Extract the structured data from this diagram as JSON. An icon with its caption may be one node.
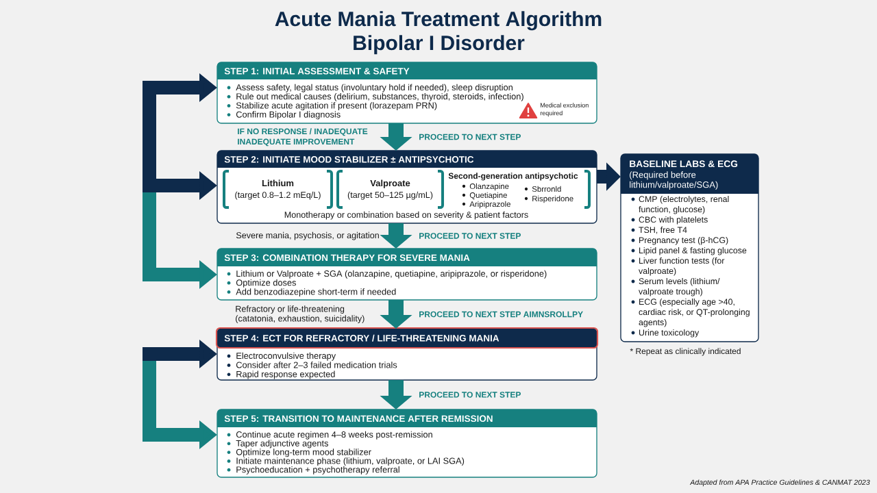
{
  "diagram": {
    "title": "Acute Mania Treatment Algorithm Bipolar I Disorder",
    "nodes": [
      {
        "text": [
          "STEP 1: INITIAL ASSESSMENT & SAFETY",
          "Assess safety, legal status (involuntary hold if needed), sleep disruption",
          "Rule out medical causes (delirium, substances, thyroid, steroids, infection)",
          "Stabilize acute agitation if present (lorazepam PRN)",
          "Confirm Bipolar I diagnosis",
          "Medical exclusion required"
        ]
      },
      {
        "text": [
          "STEP 2: INITIATE MOOD STABILIZER ± ANTIPSYCHOTIC",
          "Monotherapy or combination based on severity & patient factors"
        ]
      },
      {
        "text": [
          "Lithium",
          "(target 0.8–1.2 mEq/L)"
        ],
        "in": 1
      },
      {
        "text": [
          "Valproate",
          "(target 50–125 µg/mL)"
        ],
        "in": 1
      },
      {
        "text": [
          "Second-generation antipsychotic",
          "Olanzapine",
          "Quetiapine",
          "Aripiprazole",
          "Sbrronld",
          "Risperidone"
        ],
        "in": 1
      },
      {
        "text": [
          "BASELINE LABS & ECG",
          "(Required before lithium/valproate/SGA)",
          "CMP (electrolytes, renal function, glucose)",
          "CBC with platelets",
          "TSH, free T4",
          "Pregnancy test (β-hCG)",
          "Lipid panel & fasting glucose",
          "Liver function tests (for valproate)",
          "Serum levels (lithium/ valproate trough)",
          "ECG (especially age >40, cardiac risk, or QT-prolonging agents)",
          "Urine toxicology"
        ],
        "beside": [
          "* Repeat as clinically indicated"
        ]
      },
      {
        "text": [
          "STEP 3: COMBINATION THERAPY FOR SEVERE MANIA",
          "Lithium or Valproate + SGA (olanzapine, quetiapine, aripiprazole, or risperidone)",
          "Optimize doses",
          "Add benzodiazepine short-term if needed"
        ]
      },
      {
        "text": [
          "STEP 4: ECT FOR REFRACTORY / LIFE-THREATENING MANIA",
          "Electroconvulsive therapy",
          "Consider after 2–3 failed medication trials",
          "Rapid response expected"
        ]
      },
      {
        "text": [
          "STEP 5: TRANSITION TO MAINTENANCE AFTER REMISSION",
          "Continue acute regimen 4–8 weeks post-remission",
          "Taper adjunctive agents",
          "Optimize long-term mood stabilizer",
          "Initiate maintenance phase (lithium, valproate, or LAI SGA)",
          "Psychoeducation + psychotherapy referral"
        ]
      }
    ],
    "edges": [
      {
        "from": 0,
        "to": 1,
        "arrow": "to",
        "label": "PROCEED TO NEXT STEP"
      },
      {
        "from": 1,
        "to": 6,
        "arrow": "to",
        "label": "PROCEED TO NEXT STEP"
      },
      {
        "from": 6,
        "to": 7,
        "arrow": "to",
        "label": "PROCEED TO NEXT STEP AIMNSROLLPY"
      },
      {
        "from": 7,
        "to": 8,
        "arrow": "to",
        "label": "PROCEED TO NEXT STEP"
      },
      {
        "from": 1,
        "to": 5,
        "arrow": "to",
        "color": "#0e2a4b"
      },
      {
        "from": 0,
        "to": 1,
        "arrow": "both",
        "color": "#0e2a4b"
      },
      {
        "from": null,
        "to": 6,
        "arrow": "to"
      },
      {
        "from": null,
        "to": 7,
        "arrow": "to",
        "color": "#0e2a4b"
      },
      {
        "from": null,
        "to": 8,
        "arrow": "to"
      }
    ],
    "labels": [
      "IF NO RESPONSE / INADEQUATE INADEQUATE IMPROVEMENT",
      "Severe mania, psychosis, or agitation",
      "Refractory or life-threatening (catatonia, exhaustion, suicidality)",
      "Adapted from APA Practice Guidelines & CANMAT 2023"
    ]
  }
}
